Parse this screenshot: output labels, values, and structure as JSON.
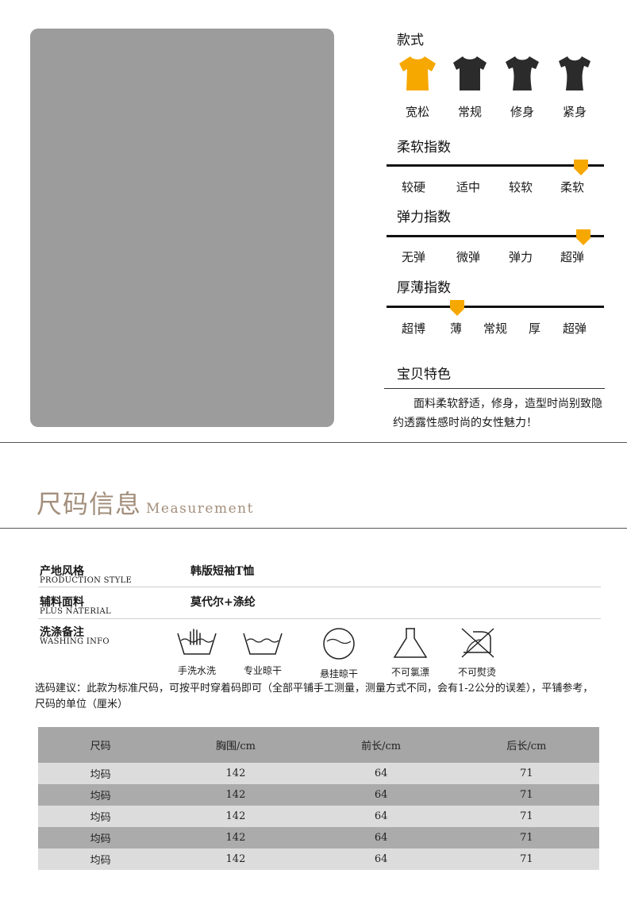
{
  "style_section": {
    "title": "款式",
    "options": [
      {
        "label": "宽松",
        "selected": true
      },
      {
        "label": "常规",
        "selected": false
      },
      {
        "label": "修身",
        "selected": false
      },
      {
        "label": "紧身",
        "selected": false
      }
    ]
  },
  "scales": [
    {
      "title": "柔软指数",
      "labels": [
        "较硬",
        "适中",
        "较软",
        "柔软"
      ],
      "selected": "柔软"
    },
    {
      "title": "弹力指数",
      "labels": [
        "无弹",
        "微弹",
        "弹力",
        "超弹"
      ],
      "selected": "超弹"
    },
    {
      "title": "厚薄指数",
      "labels": [
        "超博",
        "薄",
        "常规",
        "厚",
        "超弹"
      ],
      "selected": "薄"
    }
  ],
  "features": {
    "title": "宝贝特色",
    "text": "面料柔软舒适，修身，造型时尚别致隐约透露性感时尚的女性魅力！"
  },
  "measurement": {
    "title_cn": "尺码信息",
    "title_en": "Measurement"
  },
  "info": [
    {
      "label_cn": "产地风格",
      "label_en": "PRODUCTION STYLE",
      "value": "韩版短袖T恤"
    },
    {
      "label_cn": "辅料面料",
      "label_en": "PLUS NATERIAL",
      "value": "莫代尔+涤纶"
    },
    {
      "label_cn": "洗涤备注",
      "label_en": "WASHING INFO",
      "value": ""
    }
  ],
  "washing": [
    {
      "label": "手洗水洗",
      "icon": "hand-wash-icon"
    },
    {
      "label": "专业晾干",
      "icon": "basin-dry-icon"
    },
    {
      "label": "悬挂晾干",
      "icon": "hang-dry-icon"
    },
    {
      "label": "不可氯漂",
      "icon": "no-bleach-icon"
    },
    {
      "label": "不可熨烫",
      "icon": "no-iron-icon"
    }
  ],
  "note": "选码建议：此款为标准尺码，可按平时穿着码即可（全部平铺手工测量，测量方式不同，会有1-2公分的误差），平铺参考，尺码的单位（厘米）",
  "size_table": {
    "headers": [
      "尺码",
      "胸围/cm",
      "前长/cm",
      "后长/cm"
    ],
    "rows": [
      [
        "均码",
        "142",
        "64",
        "71"
      ],
      [
        "均码",
        "142",
        "64",
        "71"
      ],
      [
        "均码",
        "142",
        "64",
        "71"
      ],
      [
        "均码",
        "142",
        "64",
        "71"
      ],
      [
        "均码",
        "142",
        "64",
        "71"
      ]
    ]
  },
  "colors": {
    "accent": "#f6a800",
    "shirt": "#2b2b2b",
    "title_brown": "#a38f7c",
    "photo_placeholder": "#9c9c9c"
  }
}
